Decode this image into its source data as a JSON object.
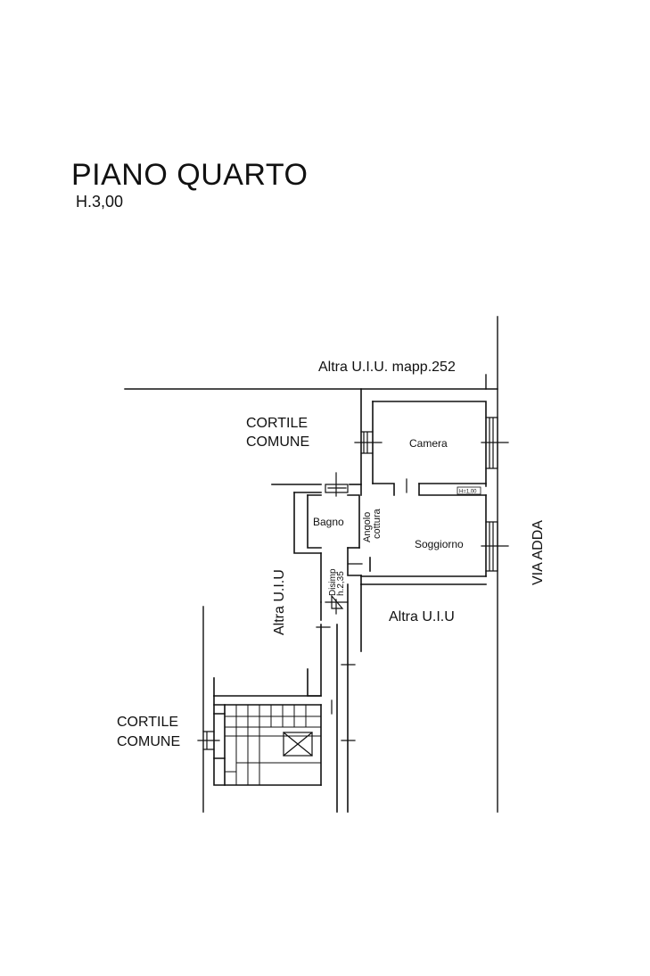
{
  "title": "PIANO QUARTO",
  "height": "H.3,00",
  "labels": {
    "neighbor_top": "Altra U.I.U. mapp.252",
    "courtyard_top_line1": "CORTILE",
    "courtyard_top_line2": "COMUNE",
    "courtyard_bottom_line1": "CORTILE",
    "courtyard_bottom_line2": "COMUNE",
    "neighbor_left": "Altra U.I.U",
    "neighbor_right": "Altra U.I.U",
    "street": "VIA ADDA"
  },
  "rooms": {
    "camera": "Camera",
    "bagno": "Bagno",
    "soggiorno": "Soggiorno",
    "angolo_line1": "Angolo",
    "angolo_line2": "cottura",
    "disimp_line1": "Disimp",
    "disimp_line2": "h.2,35"
  },
  "small_tag": "H=1,00"
}
